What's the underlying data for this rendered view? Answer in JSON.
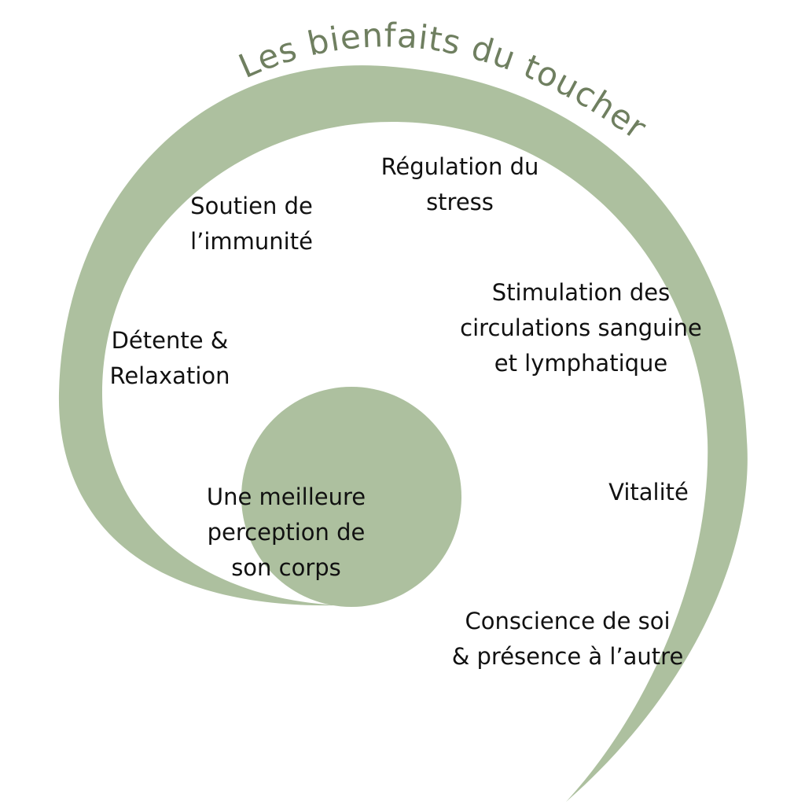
{
  "title": "Les bienfaits du toucher",
  "colors": {
    "spiral": "#adc09f",
    "title": "#6f7f60",
    "text": "#111111"
  },
  "items": [
    {
      "line1": "Régulation du",
      "line2": "stress"
    },
    {
      "line1": "Soutien de",
      "line2": "l’immunité"
    },
    {
      "line1": "Stimulation des",
      "line2": "circulations sanguine",
      "line3": "et lymphatique"
    },
    {
      "line1": "Détente &",
      "line2": "Relaxation"
    },
    {
      "line1": "Vitalité"
    },
    {
      "line1": "Une meilleure",
      "line2": "perception de",
      "line3": "son corps"
    },
    {
      "line1": "Conscience de soi",
      "line2": "& présence à l’autre"
    }
  ]
}
